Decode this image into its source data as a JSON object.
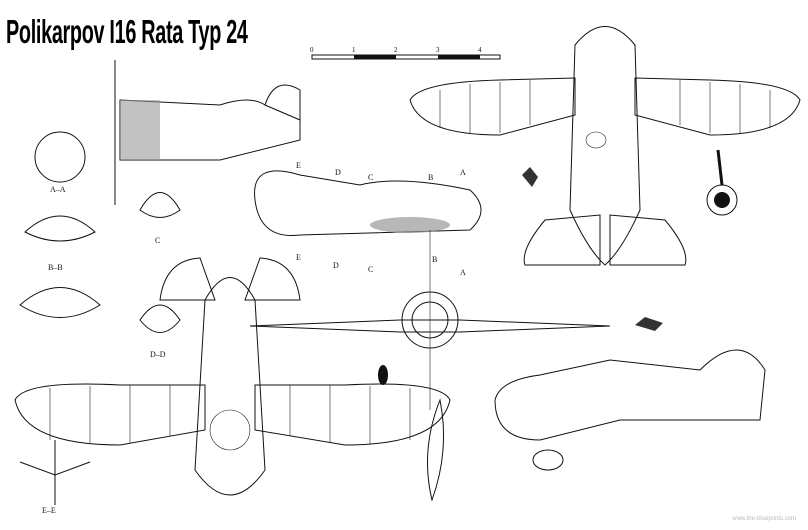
{
  "title": "Polikarpov I16 Rata Typ 24",
  "scale_bar": {
    "ticks": [
      "0",
      "1",
      "2",
      "3",
      "4"
    ]
  },
  "section_labels": {
    "aa": "A–A",
    "bb": "B–B",
    "c": "C",
    "dd": "D–D",
    "ee": "E–E"
  },
  "side_view_markers": {
    "top": [
      "E",
      "D",
      "C",
      "B",
      "A"
    ],
    "bottom": [
      "E",
      "D",
      "C",
      "B",
      "A"
    ]
  },
  "watermark": "www.the-blueprints.com",
  "colors": {
    "ink": "#111111",
    "background": "#ffffff"
  }
}
